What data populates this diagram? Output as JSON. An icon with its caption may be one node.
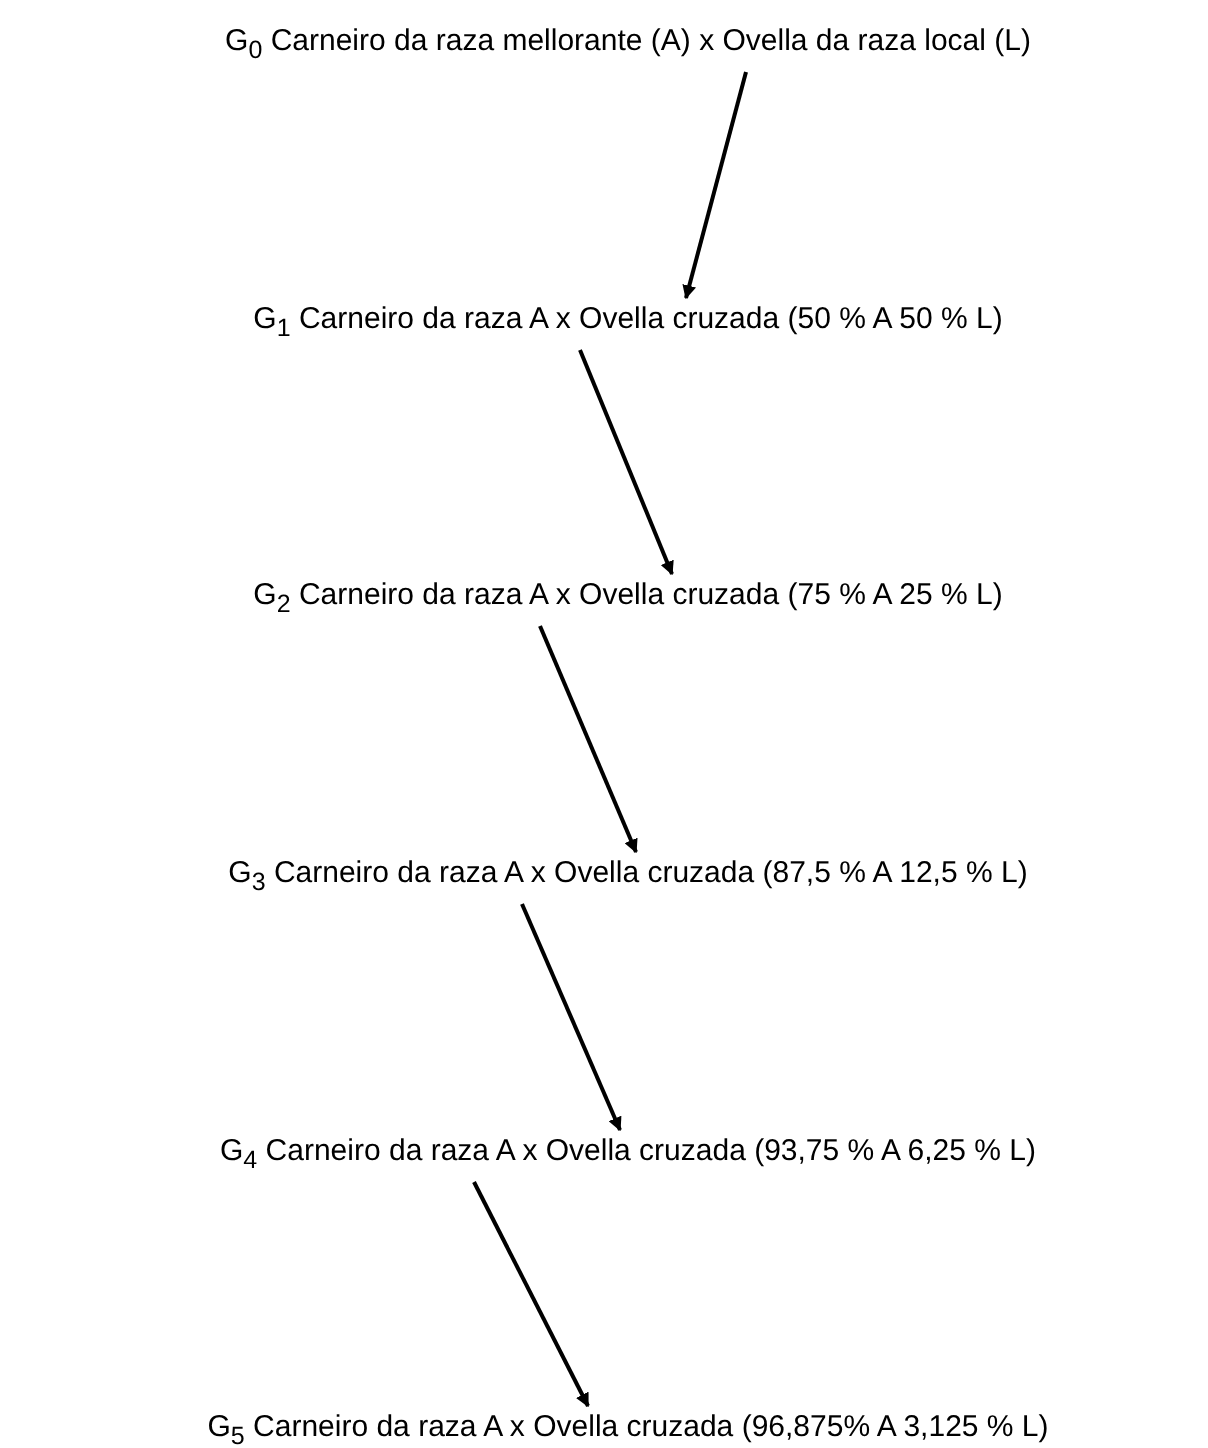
{
  "diagram": {
    "nodes": [
      {
        "text": [
          "G$_{0}$ Carneiro da raza mellorante (A) x Ovella da raza local (L)"
        ]
      },
      {
        "text": [
          "G$_{1}$ Carneiro da raza A x Ovella cruzada (50 % A 50 % L)"
        ]
      },
      {
        "text": [
          "G$_{2}$ Carneiro da raza A x Ovella cruzada (75 % A 25 % L)"
        ]
      },
      {
        "text": [
          "G$_{3}$ Carneiro da raza A x Ovella cruzada (87,5 % A 12,5 % L)"
        ]
      },
      {
        "text": [
          "G$_{4}$ Carneiro da raza A x Ovella cruzada (93,75 % A 6,25 % L)"
        ]
      },
      {
        "text": [
          "G$_{5}$ Carneiro da raza A x Ovella cruzada (96,875% A 3,125 % L)"
        ]
      }
    ],
    "edges": [
      {
        "from": 0,
        "to": 1,
        "arrow": "to"
      },
      {
        "from": 1,
        "to": 2,
        "arrow": "to"
      },
      {
        "from": 2,
        "to": 3,
        "arrow": "to"
      },
      {
        "from": 3,
        "to": 4,
        "arrow": "to"
      },
      {
        "from": 4,
        "to": 5,
        "arrow": "to"
      }
    ]
  }
}
